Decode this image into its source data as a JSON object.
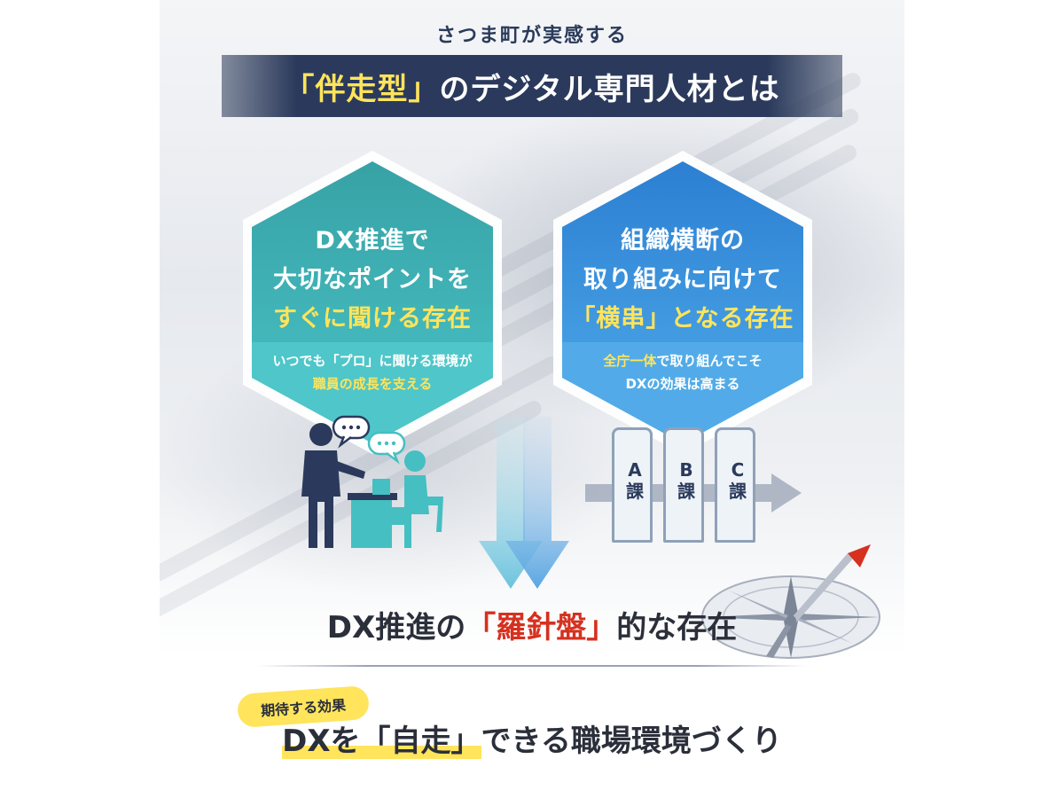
{
  "header": {
    "kicker": "さつま町が実感する",
    "title_highlight": "「伴走型」",
    "title_rest": "のデジタル専門人材とは"
  },
  "left_card": {
    "line1": "DX推進で",
    "line2": "大切なポイントを",
    "line3": "すぐに聞ける存在",
    "sub1": "いつでも「プロ」に聞ける環境が",
    "sub2": "職員の成長を支える",
    "color_top": "#3aa6a8",
    "color_bottom": "#45bfc2",
    "speech_icon": "speech-bubble-icon",
    "people_icon": "consultation-people-icon"
  },
  "right_card": {
    "line1": "組織横断の",
    "line2": "取り組みに向けて",
    "line3": "「横串」となる存在",
    "sub1_highlight": "全庁一体",
    "sub1_rest": "で取り組んでこそ",
    "sub2": "DXの効果は高まる",
    "color_top": "#2f86d6",
    "color_bottom": "#4aa6e6",
    "departments": [
      {
        "letter": "A",
        "label": "課"
      },
      {
        "letter": "B",
        "label": "課"
      },
      {
        "letter": "C",
        "label": "課"
      }
    ]
  },
  "result": {
    "prefix": "DX推進の",
    "highlight": "「羅針盤」",
    "suffix": "的な存在",
    "icon": "compass-icon"
  },
  "effect": {
    "badge": "期待する効果",
    "prefix": "DXを",
    "highlight": "「自走」",
    "suffix": "できる職場環境づくり"
  },
  "colors": {
    "accent_yellow": "#ffe45c",
    "accent_red": "#d6301f",
    "navy": "#2b3a5c"
  }
}
